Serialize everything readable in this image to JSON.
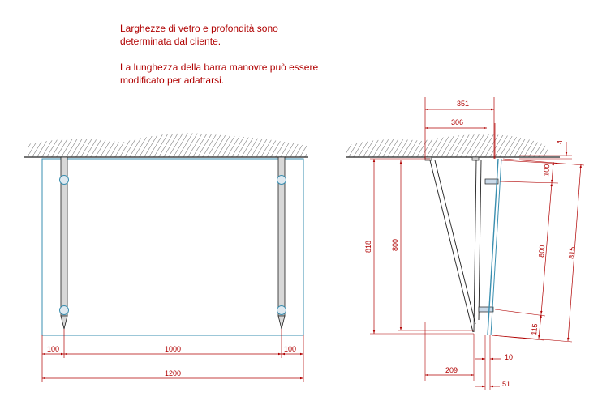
{
  "notes": {
    "line1": "Larghezze di vetro e profondità sono",
    "line2": "determinata dal cliente.",
    "line3": "La lunghezza della barra manovre può essere",
    "line4": "modificato per adattarsi."
  },
  "front_view": {
    "dim_left": "100",
    "dim_middle": "1000",
    "dim_right": "100",
    "dim_total": "1200"
  },
  "side_view": {
    "dim_351": "351",
    "dim_306": "306",
    "dim_4": "4",
    "dim_818": "818",
    "dim_800_left": "800",
    "dim_100": "100",
    "dim_800_right": "800",
    "dim_815": "815",
    "dim_115": "115",
    "dim_209": "209",
    "dim_10": "10",
    "dim_51": "51"
  },
  "colors": {
    "dimension": "#b00000",
    "glass": "#3a8fb0",
    "line": "#202020"
  }
}
